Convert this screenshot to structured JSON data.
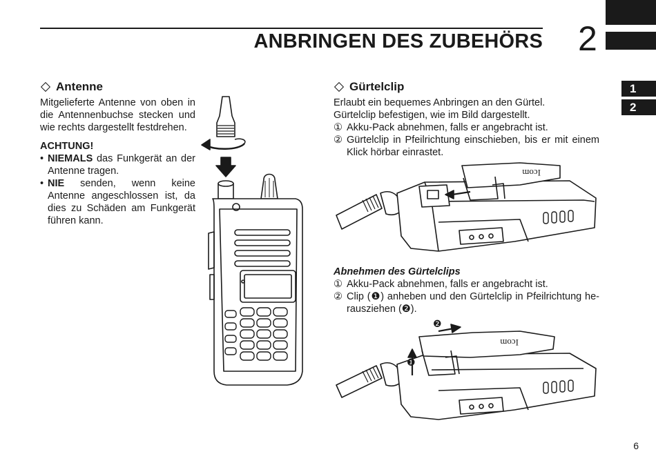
{
  "header": {
    "title": "ANBRINGEN DES ZUBEHÖRS",
    "chapter_number": "2",
    "tabs": [
      "1",
      "2"
    ],
    "page_number": "6"
  },
  "antenna": {
    "heading": "Antenne",
    "intro": "Mitgelieferte Antenne von oben in die Antennenbuchse stecken und wie rechts dargestellt festdrehen.",
    "caution_label": "ACHTUNG!",
    "bullets": [
      {
        "bold": "NIEMALS",
        "text": " das Funkgerät an der Antenne tragen."
      },
      {
        "bold": "NIE",
        "text": " senden, wenn keine Antenne angeschlossen ist, da dies zu Schäden am Funkgerät führen kann."
      }
    ]
  },
  "beltclip": {
    "heading": "Gürtelclip",
    "lines": [
      "Erlaubt ein bequemes Anbringen an den Gürtel.",
      "Gürtelclip befestigen, wie im Bild dargestellt."
    ],
    "steps": [
      {
        "num": "①",
        "text": "Akku-Pack abnehmen, falls er angebracht ist."
      },
      {
        "num": "②",
        "text": "Gürtelclip in Pfeilrichtung einschieben, bis er mit einem Klick hörbar einrastet."
      }
    ],
    "remove_heading": "Abnehmen des Gürtelclips",
    "remove_steps": [
      {
        "num": "①",
        "text": "Akku-Pack abnehmen, falls er angebracht ist."
      },
      {
        "num": "②",
        "pre": "Clip (",
        "marker": "❶",
        "post": ") anheben und den Gürtelclip in Pfeilrichtung he-rausziehen (",
        "marker2": "❷",
        "end": ")."
      }
    ],
    "brand_label": "Icom",
    "figure_markers": [
      "❶",
      "❷"
    ]
  }
}
